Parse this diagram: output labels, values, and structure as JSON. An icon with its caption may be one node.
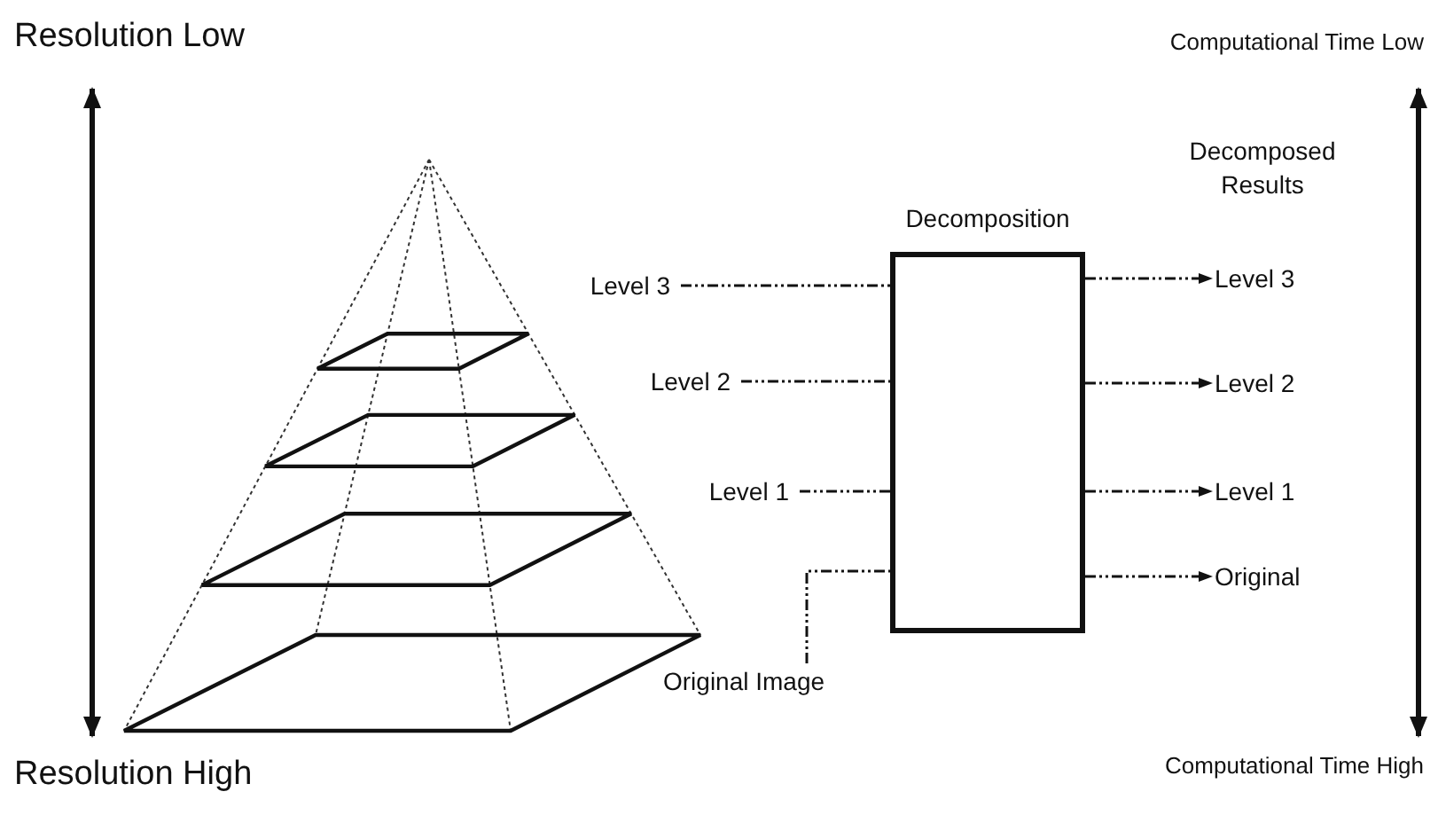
{
  "diagram": {
    "nodes": [
      {
        "text": [
          "Decomposition"
        ]
      },
      {
        "text": [
          "Level 3"
        ]
      },
      {
        "text": [
          "Level 2"
        ]
      },
      {
        "text": [
          "Level 1"
        ]
      },
      {
        "text": [
          "Original Image"
        ]
      },
      {
        "text": [
          "Level 3"
        ]
      },
      {
        "text": [
          "Level 2"
        ]
      },
      {
        "text": [
          "Level 1"
        ]
      },
      {
        "text": [
          "Original"
        ]
      }
    ],
    "edges": [
      {
        "from": 1,
        "to": 0,
        "arrow": "none",
        "style": "dashed"
      },
      {
        "from": 2,
        "to": 0,
        "arrow": "none",
        "style": "dashed"
      },
      {
        "from": 3,
        "to": 0,
        "arrow": "none",
        "style": "dashed"
      },
      {
        "from": 4,
        "to": 0,
        "arrow": "none",
        "style": "dashed"
      },
      {
        "from": 0,
        "to": 5,
        "arrow": "to",
        "style": "dashed"
      },
      {
        "from": 0,
        "to": 6,
        "arrow": "to",
        "style": "dashed"
      },
      {
        "from": 0,
        "to": 7,
        "arrow": "to",
        "style": "dashed"
      },
      {
        "from": 0,
        "to": 8,
        "arrow": "to",
        "style": "dashed"
      }
    ],
    "labels": [
      "Resolution Low",
      "Computational Time Low",
      "Decomposed Results",
      "Resolution High",
      "Computational Time High"
    ]
  }
}
